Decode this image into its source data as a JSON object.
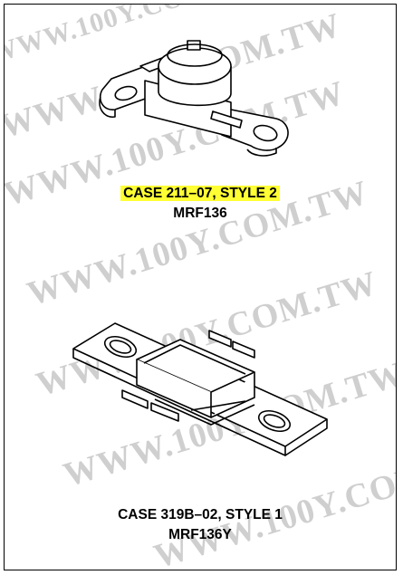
{
  "watermark": {
    "text": "WWW.100Y.COM.TW"
  },
  "packages": [
    {
      "case_label": "CASE 211–07, STYLE 2",
      "part_number": "MRF136",
      "highlighted": true,
      "highlight_color": "#ffff33"
    },
    {
      "case_label": "CASE 319B–02, STYLE 1",
      "part_number": "MRF136Y",
      "highlighted": false
    }
  ]
}
